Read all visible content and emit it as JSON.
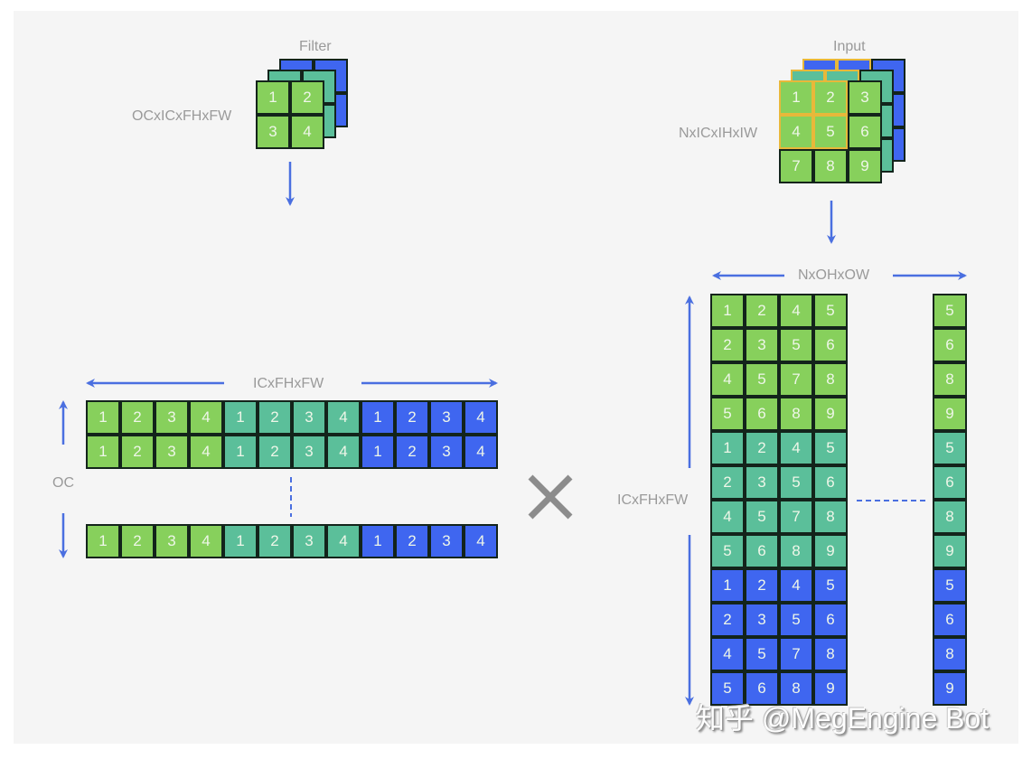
{
  "filter": {
    "title": "Filter",
    "shape_label": "OCxICxFHxFW",
    "front_cells": [
      "1",
      "2",
      "3",
      "4"
    ],
    "layers": [
      "green",
      "teal",
      "blue"
    ]
  },
  "input": {
    "title": "Input",
    "shape_label": "NxICxIHxIW",
    "front_cells": [
      "1",
      "2",
      "3",
      "4",
      "5",
      "6",
      "7",
      "8",
      "9"
    ],
    "highlighted_cells": [
      "1",
      "2",
      "4",
      "5"
    ],
    "layers": [
      "green",
      "teal",
      "blue"
    ]
  },
  "filter_matrix": {
    "width_label": "ICxFHxFW",
    "height_label": "OC",
    "row_cells": [
      "1",
      "2",
      "3",
      "4",
      "1",
      "2",
      "3",
      "4",
      "1",
      "2",
      "3",
      "4"
    ],
    "row_colors": [
      "g",
      "g",
      "g",
      "g",
      "t",
      "t",
      "t",
      "t",
      "b",
      "b",
      "b",
      "b"
    ],
    "visible_rows": 3
  },
  "input_matrix": {
    "width_label": "NxOHxOW",
    "height_label": "ICxFHxFW",
    "rows": [
      [
        "1",
        "2",
        "4",
        "5"
      ],
      [
        "2",
        "3",
        "5",
        "6"
      ],
      [
        "4",
        "5",
        "7",
        "8"
      ],
      [
        "5",
        "6",
        "8",
        "9"
      ],
      [
        "1",
        "2",
        "4",
        "5"
      ],
      [
        "2",
        "3",
        "5",
        "6"
      ],
      [
        "4",
        "5",
        "7",
        "8"
      ],
      [
        "5",
        "6",
        "8",
        "9"
      ],
      [
        "1",
        "2",
        "4",
        "5"
      ],
      [
        "2",
        "3",
        "5",
        "6"
      ],
      [
        "4",
        "5",
        "7",
        "8"
      ],
      [
        "5",
        "6",
        "8",
        "9"
      ]
    ],
    "last_column": [
      "5",
      "6",
      "8",
      "9",
      "5",
      "6",
      "8",
      "9",
      "5",
      "6",
      "8",
      "9"
    ],
    "row_colors": [
      "g",
      "g",
      "g",
      "g",
      "t",
      "t",
      "t",
      "t",
      "b",
      "b",
      "b",
      "b"
    ]
  },
  "operator": "×",
  "watermark": "知乎 @MegEngine Bot",
  "colors": {
    "green": "#87d05c",
    "teal": "#5bbf9a",
    "blue": "#3f66f0",
    "border": "#13241b",
    "highlight": "#e8b83a",
    "arrow": "#4a6fe0",
    "label": "#9a9a9a",
    "background": "#f5f5f5"
  }
}
